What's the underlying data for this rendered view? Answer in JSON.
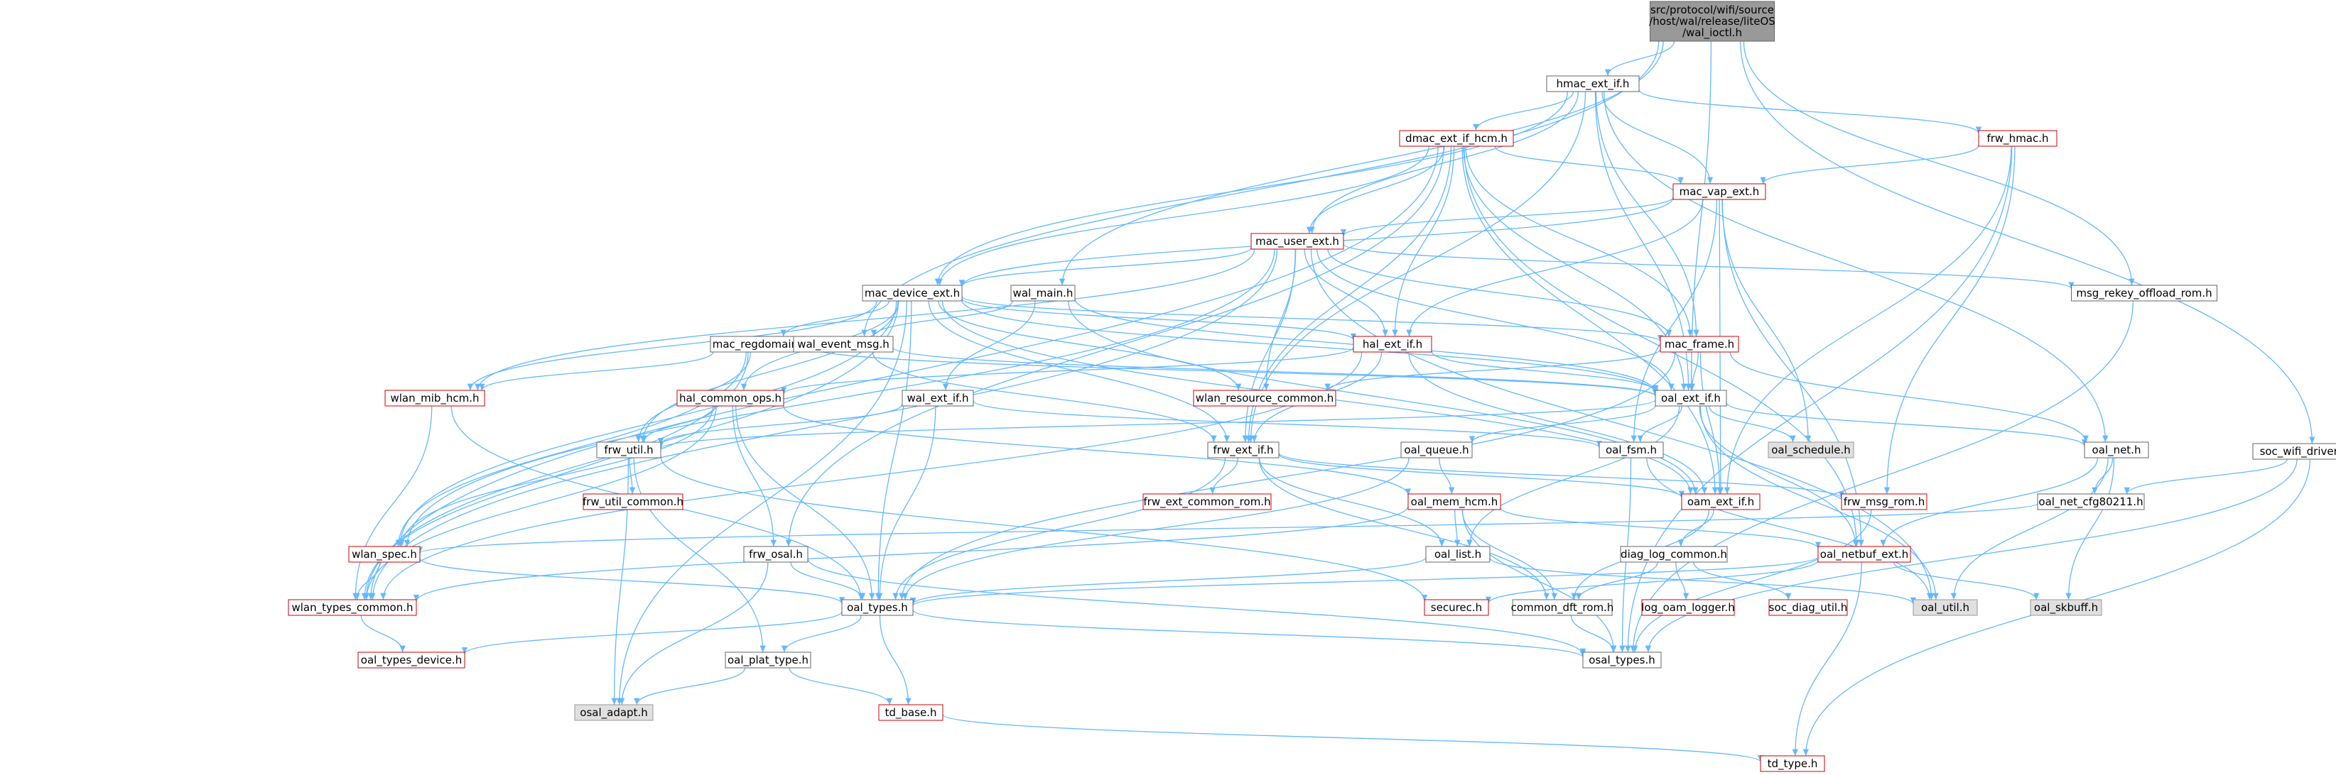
{
  "colors": {
    "edge": "#63b8ff",
    "root_fill": "#999999",
    "root_stroke": "#666666",
    "link_text": "#000000",
    "missing_text": "#cc0000",
    "missing_stroke": "#cc0000",
    "gray_fill": "#e0e0e0",
    "gray_stroke": "#999999"
  },
  "root": {
    "lines": [
      "src/protocol/wifi/source",
      "/host/wal/release/liteOS",
      "/wal_ioctl.h"
    ]
  },
  "nodes": [
    {
      "id": "hmac_ext_if",
      "label": "hmac_ext_if.h",
      "style": "link"
    },
    {
      "id": "dmac_ext_if_hcm",
      "label": "dmac_ext_if_hcm.h",
      "style": "missing"
    },
    {
      "id": "frw_hmac",
      "label": "frw_hmac.h",
      "style": "missing"
    },
    {
      "id": "mac_vap_ext",
      "label": "mac_vap_ext.h",
      "style": "missing"
    },
    {
      "id": "mac_user_ext",
      "label": "mac_user_ext.h",
      "style": "missing"
    },
    {
      "id": "mac_device_ext",
      "label": "mac_device_ext.h",
      "style": "link"
    },
    {
      "id": "wal_main",
      "label": "wal_main.h",
      "style": "link"
    },
    {
      "id": "msg_rekey",
      "label": "msg_rekey_offload_rom.h",
      "style": "link"
    },
    {
      "id": "soc_wifi_driver",
      "label": "soc_wifi_driver_wpa_if.h",
      "style": "link"
    },
    {
      "id": "mac_regdomain",
      "label": "mac_regdomain.h",
      "style": "link"
    },
    {
      "id": "wal_event_msg",
      "label": "wal_event_msg.h",
      "style": "link"
    },
    {
      "id": "hal_ext_if",
      "label": "hal_ext_if.h",
      "style": "missing"
    },
    {
      "id": "mac_frame",
      "label": "mac_frame.h",
      "style": "missing"
    },
    {
      "id": "oal_ext_if",
      "label": "oal_ext_if.h",
      "style": "link"
    },
    {
      "id": "wlan_mib_hcm",
      "label": "wlan_mib_hcm.h",
      "style": "missing"
    },
    {
      "id": "hal_common_ops",
      "label": "hal_common_ops.h",
      "style": "missing"
    },
    {
      "id": "wlan_resource_common",
      "label": "wlan_resource_common.h",
      "style": "missing"
    },
    {
      "id": "wal_ext_if",
      "label": "wal_ext_if.h",
      "style": "link"
    },
    {
      "id": "frw_util",
      "label": "frw_util.h",
      "style": "link"
    },
    {
      "id": "frw_ext_if",
      "label": "frw_ext_if.h",
      "style": "link"
    },
    {
      "id": "oal_queue",
      "label": "oal_queue.h",
      "style": "link"
    },
    {
      "id": "oal_fsm",
      "label": "oal_fsm.h",
      "style": "link"
    },
    {
      "id": "oal_schedule",
      "label": "oal_schedule.h",
      "style": "gray"
    },
    {
      "id": "oal_net",
      "label": "oal_net.h",
      "style": "link"
    },
    {
      "id": "frw_util_common",
      "label": "frw_util_common.h",
      "style": "missing"
    },
    {
      "id": "frw_ext_common_rom",
      "label": "frw_ext_common_rom.h",
      "style": "missing"
    },
    {
      "id": "oal_mem_hcm",
      "label": "oal_mem_hcm.h",
      "style": "missing"
    },
    {
      "id": "oam_ext_if",
      "label": "oam_ext_if.h",
      "style": "missing"
    },
    {
      "id": "frw_msg_rom",
      "label": "frw_msg_rom.h",
      "style": "missing"
    },
    {
      "id": "oal_net_cfg80211",
      "label": "oal_net_cfg80211.h",
      "style": "link"
    },
    {
      "id": "wlan_spec",
      "label": "wlan_spec.h",
      "style": "missing"
    },
    {
      "id": "frw_osal",
      "label": "frw_osal.h",
      "style": "link"
    },
    {
      "id": "oal_list",
      "label": "oal_list.h",
      "style": "link"
    },
    {
      "id": "diag_log_common",
      "label": "diag_log_common.h",
      "style": "link"
    },
    {
      "id": "oal_netbuf_ext",
      "label": "oal_netbuf_ext.h",
      "style": "missing"
    },
    {
      "id": "wlan_types_common",
      "label": "wlan_types_common.h",
      "style": "missing"
    },
    {
      "id": "oal_types",
      "label": "oal_types.h",
      "style": "link"
    },
    {
      "id": "securec",
      "label": "securec.h",
      "style": "missing"
    },
    {
      "id": "common_dft_rom",
      "label": "common_dft_rom.h",
      "style": "link"
    },
    {
      "id": "log_oam_logger",
      "label": "log_oam_logger.h",
      "style": "missing"
    },
    {
      "id": "soc_diag_util",
      "label": "soc_diag_util.h",
      "style": "missing"
    },
    {
      "id": "oal_util",
      "label": "oal_util.h",
      "style": "gray"
    },
    {
      "id": "oal_skbuff",
      "label": "oal_skbuff.h",
      "style": "gray"
    },
    {
      "id": "oal_types_device",
      "label": "oal_types_device.h",
      "style": "missing"
    },
    {
      "id": "oal_plat_type",
      "label": "oal_plat_type.h",
      "style": "link"
    },
    {
      "id": "osal_types",
      "label": "osal_types.h",
      "style": "link"
    },
    {
      "id": "osal_adapt",
      "label": "osal_adapt.h",
      "style": "gray"
    },
    {
      "id": "td_base",
      "label": "td_base.h",
      "style": "missing"
    },
    {
      "id": "td_type",
      "label": "td_type.h",
      "style": "missing"
    }
  ],
  "edges": [
    [
      "root",
      "hmac_ext_if"
    ],
    [
      "root",
      "wal_event_msg"
    ],
    [
      "root",
      "wal_main"
    ],
    [
      "root",
      "oal_ext_if"
    ],
    [
      "root",
      "msg_rekey"
    ],
    [
      "root",
      "soc_wifi_driver"
    ],
    [
      "hmac_ext_if",
      "dmac_ext_if_hcm"
    ],
    [
      "hmac_ext_if",
      "frw_hmac"
    ],
    [
      "hmac_ext_if",
      "mac_vap_ext"
    ],
    [
      "hmac_ext_if",
      "mac_user_ext"
    ],
    [
      "hmac_ext_if",
      "mac_device_ext"
    ],
    [
      "hmac_ext_if",
      "mac_frame"
    ],
    [
      "hmac_ext_if",
      "oal_ext_if"
    ],
    [
      "hmac_ext_if",
      "oal_net"
    ],
    [
      "hmac_ext_if",
      "frw_ext_if"
    ],
    [
      "dmac_ext_if_hcm",
      "mac_vap_ext"
    ],
    [
      "dmac_ext_if_hcm",
      "mac_user_ext"
    ],
    [
      "dmac_ext_if_hcm",
      "mac_device_ext"
    ],
    [
      "dmac_ext_if_hcm",
      "mac_frame"
    ],
    [
      "dmac_ext_if_hcm",
      "oal_ext_if"
    ],
    [
      "dmac_ext_if_hcm",
      "frw_ext_if"
    ],
    [
      "dmac_ext_if_hcm",
      "oam_ext_if"
    ],
    [
      "dmac_ext_if_hcm",
      "wlan_types_common"
    ],
    [
      "dmac_ext_if_hcm",
      "oal_netbuf_ext"
    ],
    [
      "dmac_ext_if_hcm",
      "hal_ext_if"
    ],
    [
      "dmac_ext_if_hcm",
      "frw_osal"
    ],
    [
      "frw_hmac",
      "mac_vap_ext"
    ],
    [
      "frw_hmac",
      "frw_msg_rom"
    ],
    [
      "frw_hmac",
      "osal_types"
    ],
    [
      "frw_hmac",
      "oam_ext_if"
    ],
    [
      "mac_vap_ext",
      "mac_user_ext"
    ],
    [
      "mac_vap_ext",
      "mac_device_ext"
    ],
    [
      "mac_vap_ext",
      "hal_ext_if"
    ],
    [
      "mac_vap_ext",
      "oal_schedule"
    ],
    [
      "mac_vap_ext",
      "oal_fsm"
    ],
    [
      "mac_vap_ext",
      "oam_ext_if"
    ],
    [
      "mac_vap_ext",
      "oal_netbuf_ext"
    ],
    [
      "mac_user_ext",
      "mac_device_ext"
    ],
    [
      "mac_user_ext",
      "hal_ext_if"
    ],
    [
      "mac_user_ext",
      "mac_frame"
    ],
    [
      "mac_user_ext",
      "oal_ext_if"
    ],
    [
      "mac_user_ext",
      "msg_rekey"
    ],
    [
      "mac_user_ext",
      "wlan_mib_hcm"
    ],
    [
      "mac_user_ext",
      "wlan_resource_common"
    ],
    [
      "mac_user_ext",
      "wlan_types_common"
    ],
    [
      "mac_user_ext",
      "wlan_spec"
    ],
    [
      "mac_user_ext",
      "oal_util"
    ],
    [
      "mac_user_ext",
      "frw_ext_if"
    ],
    [
      "mac_device_ext",
      "mac_regdomain"
    ],
    [
      "mac_device_ext",
      "hal_ext_if"
    ],
    [
      "mac_device_ext",
      "mac_frame"
    ],
    [
      "mac_device_ext",
      "oal_ext_if"
    ],
    [
      "mac_device_ext",
      "wlan_mib_hcm"
    ],
    [
      "mac_device_ext",
      "hal_common_ops"
    ],
    [
      "mac_device_ext",
      "wlan_resource_common"
    ],
    [
      "mac_device_ext",
      "frw_ext_if"
    ],
    [
      "mac_device_ext",
      "wlan_spec"
    ],
    [
      "mac_device_ext",
      "wlan_types_common"
    ],
    [
      "mac_device_ext",
      "oam_ext_if"
    ],
    [
      "mac_device_ext",
      "oal_types"
    ],
    [
      "mac_device_ext",
      "osal_adapt"
    ],
    [
      "mac_device_ext",
      "frw_util"
    ],
    [
      "wal_main",
      "wal_event_msg"
    ],
    [
      "wal_main",
      "wal_ext_if"
    ],
    [
      "wal_main",
      "oal_ext_if"
    ],
    [
      "wal_main",
      "oam_ext_if"
    ],
    [
      "msg_rekey",
      "osal_types"
    ],
    [
      "soc_wifi_driver",
      "oal_net_cfg80211"
    ],
    [
      "soc_wifi_driver",
      "osal_types"
    ],
    [
      "soc_wifi_driver",
      "td_type"
    ],
    [
      "mac_regdomain",
      "wlan_mib_hcm"
    ],
    [
      "mac_regdomain",
      "frw_util"
    ],
    [
      "mac_regdomain",
      "oal_ext_if"
    ],
    [
      "mac_regdomain",
      "wlan_spec"
    ],
    [
      "mac_regdomain",
      "wlan_types_common"
    ],
    [
      "wal_event_msg",
      "frw_ext_if"
    ],
    [
      "wal_event_msg",
      "oal_ext_if"
    ],
    [
      "hal_ext_if",
      "hal_common_ops"
    ],
    [
      "hal_ext_if",
      "oal_ext_if"
    ],
    [
      "hal_ext_if",
      "frw_ext_if"
    ],
    [
      "hal_ext_if",
      "oam_ext_if"
    ],
    [
      "hal_ext_if",
      "wlan_types_common"
    ],
    [
      "mac_frame",
      "oal_ext_if"
    ],
    [
      "mac_frame",
      "wlan_resource_common"
    ],
    [
      "mac_frame",
      "oal_net"
    ],
    [
      "mac_frame",
      "oam_ext_if"
    ],
    [
      "mac_frame",
      "oal_types"
    ],
    [
      "oal_ext_if",
      "oal_schedule"
    ],
    [
      "oal_ext_if",
      "oal_fsm"
    ],
    [
      "oal_ext_if",
      "oal_net"
    ],
    [
      "oal_ext_if",
      "oal_queue"
    ],
    [
      "oal_ext_if",
      "oal_list"
    ],
    [
      "oal_ext_if",
      "oal_util"
    ],
    [
      "oal_ext_if",
      "frw_util"
    ],
    [
      "oal_ext_if",
      "oal_netbuf_ext"
    ],
    [
      "wlan_mib_hcm",
      "wlan_types_common"
    ],
    [
      "wlan_mib_hcm",
      "oal_types"
    ],
    [
      "hal_common_ops",
      "wlan_spec"
    ],
    [
      "hal_common_ops",
      "wlan_types_common"
    ],
    [
      "hal_common_ops",
      "frw_osal"
    ],
    [
      "hal_common_ops",
      "oal_mem_hcm"
    ],
    [
      "hal_common_ops",
      "oal_types"
    ],
    [
      "hal_common_ops",
      "frw_util"
    ],
    [
      "wal_ext_if",
      "frw_util"
    ],
    [
      "wal_ext_if",
      "oal_types"
    ],
    [
      "wal_ext_if",
      "oal_fsm"
    ],
    [
      "frw_util",
      "frw_util_common"
    ],
    [
      "frw_util",
      "oal_plat_type"
    ],
    [
      "frw_util",
      "osal_adapt"
    ],
    [
      "frw_util",
      "securec"
    ],
    [
      "frw_ext_if",
      "frw_ext_common_rom"
    ],
    [
      "frw_ext_if",
      "oal_types"
    ],
    [
      "frw_ext_if",
      "frw_msg_rom"
    ],
    [
      "frw_ext_if",
      "oam_ext_if"
    ],
    [
      "frw_ext_if",
      "oal_list"
    ],
    [
      "frw_ext_if",
      "common_dft_rom"
    ],
    [
      "oal_queue",
      "oal_mem_hcm"
    ],
    [
      "oal_queue",
      "oal_types"
    ],
    [
      "oal_fsm",
      "oal_util"
    ],
    [
      "oal_fsm",
      "osal_types"
    ],
    [
      "oal_net",
      "oal_net_cfg80211"
    ],
    [
      "oal_net",
      "oal_netbuf_ext"
    ],
    [
      "oal_net",
      "oal_util"
    ],
    [
      "oal_net",
      "oal_skbuff"
    ],
    [
      "oal_mem_hcm",
      "oal_list"
    ],
    [
      "oal_mem_hcm",
      "oal_netbuf_ext"
    ],
    [
      "oal_mem_hcm",
      "common_dft_rom"
    ],
    [
      "oal_mem_hcm",
      "osal_types"
    ],
    [
      "oal_mem_hcm",
      "wlan_types_common"
    ],
    [
      "oam_ext_if",
      "diag_log_common"
    ],
    [
      "oam_ext_if",
      "common_dft_rom"
    ],
    [
      "frw_msg_rom",
      "osal_types"
    ],
    [
      "oal_net_cfg80211",
      "wlan_spec"
    ],
    [
      "wlan_spec",
      "wlan_types_common"
    ],
    [
      "wlan_spec",
      "oal_types"
    ],
    [
      "frw_osal",
      "oal_types"
    ],
    [
      "frw_osal",
      "osal_adapt"
    ],
    [
      "frw_osal",
      "osal_types"
    ],
    [
      "oal_list",
      "oal_types"
    ],
    [
      "oal_list",
      "oal_util"
    ],
    [
      "diag_log_common",
      "log_oam_logger"
    ],
    [
      "diag_log_common",
      "soc_diag_util"
    ],
    [
      "diag_log_common",
      "common_dft_rom"
    ],
    [
      "oal_netbuf_ext",
      "securec"
    ],
    [
      "oal_netbuf_ext",
      "oal_types"
    ],
    [
      "oal_netbuf_ext",
      "oal_skbuff"
    ],
    [
      "oal_netbuf_ext",
      "td_type"
    ],
    [
      "wlan_types_common",
      "oal_types_device"
    ],
    [
      "oal_types",
      "oal_plat_type"
    ],
    [
      "oal_types",
      "osal_types"
    ],
    [
      "oal_types",
      "td_base"
    ],
    [
      "oal_types",
      "oal_types_device"
    ],
    [
      "common_dft_rom",
      "osal_types"
    ],
    [
      "oal_plat_type",
      "osal_adapt"
    ],
    [
      "oal_plat_type",
      "td_base"
    ],
    [
      "td_base",
      "td_type"
    ]
  ]
}
